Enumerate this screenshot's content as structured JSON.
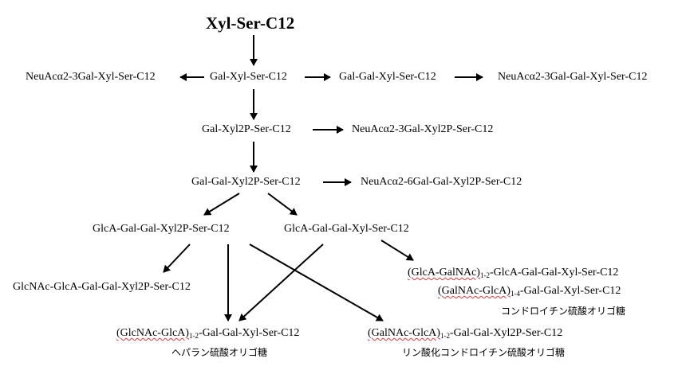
{
  "start": "Xyl-Ser-C12",
  "row1": {
    "left": "NeuAcα2-3Gal-Xyl-Ser-C12",
    "center": "Gal-Xyl-Ser-C12",
    "right1": "Gal-Gal-Xyl-Ser-C12",
    "right2": "NeuAcα2-3Gal-Gal-Xyl-Ser-C12"
  },
  "row2": {
    "center": "Gal-Xyl2P-Ser-C12",
    "right": "NeuAcα2-3Gal-Xyl2P-Ser-C12"
  },
  "row3": {
    "center": "Gal-Gal-Xyl2P-Ser-C12",
    "right": "NeuAcα2-6Gal-Gal-Xyl2P-Ser-C12"
  },
  "row4": {
    "left": "GlcA-Gal-Gal-Xyl2P-Ser-C12",
    "right": "GlcA-Gal-Gal-Xyl-Ser-C12"
  },
  "row5": {
    "left": "GlcNAc-GlcA-Gal-Gal-Xyl2P-Ser-C12"
  },
  "chondroitin": {
    "line1_paren": "(GlcA-GalNAc)",
    "line1_sub": "1-2",
    "line1_rest": "-GlcA-Gal-Gal-Xyl-Ser-C12",
    "line2_paren": "(GalNAc-GlcA)",
    "line2_sub": "1-4",
    "line2_rest": "-Gal-Gal-Xyl-Ser-C12",
    "caption": "コンドロイチン硫酸オリゴ糖"
  },
  "heparan": {
    "paren": "(GlcNAc-GlcA)",
    "sub": "1-2",
    "rest": "-Gal-Gal-Xyl-Ser-C12",
    "caption": "ヘパラン硫酸オリゴ糖"
  },
  "phospho": {
    "paren": "(GalNAc-GlcA)",
    "sub": "1-2",
    "rest": "-Gal-Gal-Xyl2P-Ser-C12",
    "caption": "リン酸化コンドロイチン硫酸オリゴ糖"
  }
}
